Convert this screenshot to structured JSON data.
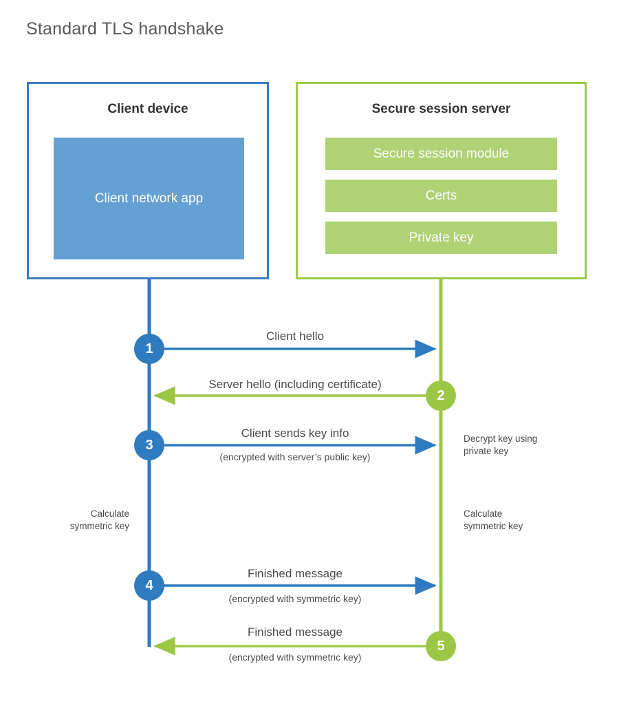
{
  "title": "Standard TLS handshake",
  "colors": {
    "client_border": "#3b7cc0",
    "client_app_fill": "#64a0d2",
    "server_border": "#9fc94b",
    "server_bar_fill": "#afd275",
    "blue_line": "#2f7bc0",
    "green_line": "#9cc745",
    "text": "#4a4a4a",
    "title_text": "#58595b"
  },
  "client": {
    "title": "Client device",
    "app_label": "Client network app"
  },
  "server": {
    "title": "Secure session server",
    "bars": [
      {
        "label": "Secure session module"
      },
      {
        "label": "Certs"
      },
      {
        "label": "Private key"
      }
    ]
  },
  "steps": [
    {
      "number": "1",
      "direction": "client-to-server",
      "color": "blue",
      "label": "Client hello",
      "sublabel": ""
    },
    {
      "number": "2",
      "direction": "server-to-client",
      "color": "green",
      "label": "Server hello (including certificate)",
      "sublabel": ""
    },
    {
      "number": "3",
      "direction": "client-to-server",
      "color": "blue",
      "label": "Client sends key info",
      "sublabel": "(encrypted with server’s public key)"
    },
    {
      "number": "4",
      "direction": "client-to-server",
      "color": "blue",
      "label": "Finished message",
      "sublabel": "(encrypted with symmetric key)"
    },
    {
      "number": "5",
      "direction": "server-to-client",
      "color": "green",
      "label": "Finished message",
      "sublabel": "(encrypted with symmetric key)"
    }
  ],
  "notes": {
    "decrypt_key": "Decrypt key using\nprivate key",
    "client_calc": "Calculate\nsymmetric key",
    "server_calc": "Calculate\nsymmetric key"
  }
}
